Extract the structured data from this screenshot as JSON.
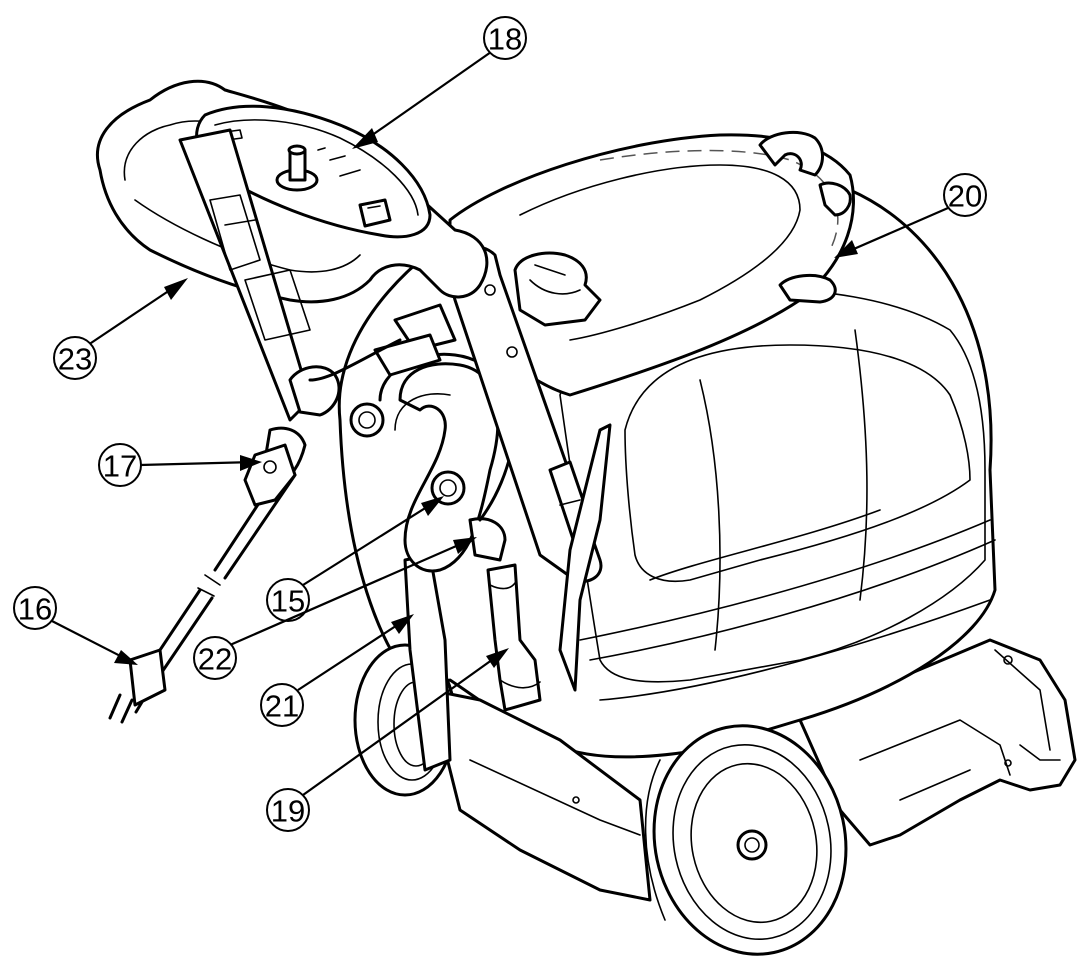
{
  "callouts": [
    {
      "id": "15",
      "label": "15",
      "part": "part-15"
    },
    {
      "id": "16",
      "label": "16",
      "part": "part-16"
    },
    {
      "id": "17",
      "label": "17",
      "part": "part-17"
    },
    {
      "id": "18",
      "label": "18",
      "part": "part-18"
    },
    {
      "id": "19",
      "label": "19",
      "part": "part-19"
    },
    {
      "id": "20",
      "label": "20",
      "part": "part-20"
    },
    {
      "id": "21",
      "label": "21",
      "part": "part-21"
    },
    {
      "id": "22",
      "label": "22",
      "part": "part-22"
    },
    {
      "id": "23",
      "label": "23",
      "part": "part-23"
    }
  ],
  "colors": {
    "line": "#000000",
    "background": "#ffffff"
  }
}
